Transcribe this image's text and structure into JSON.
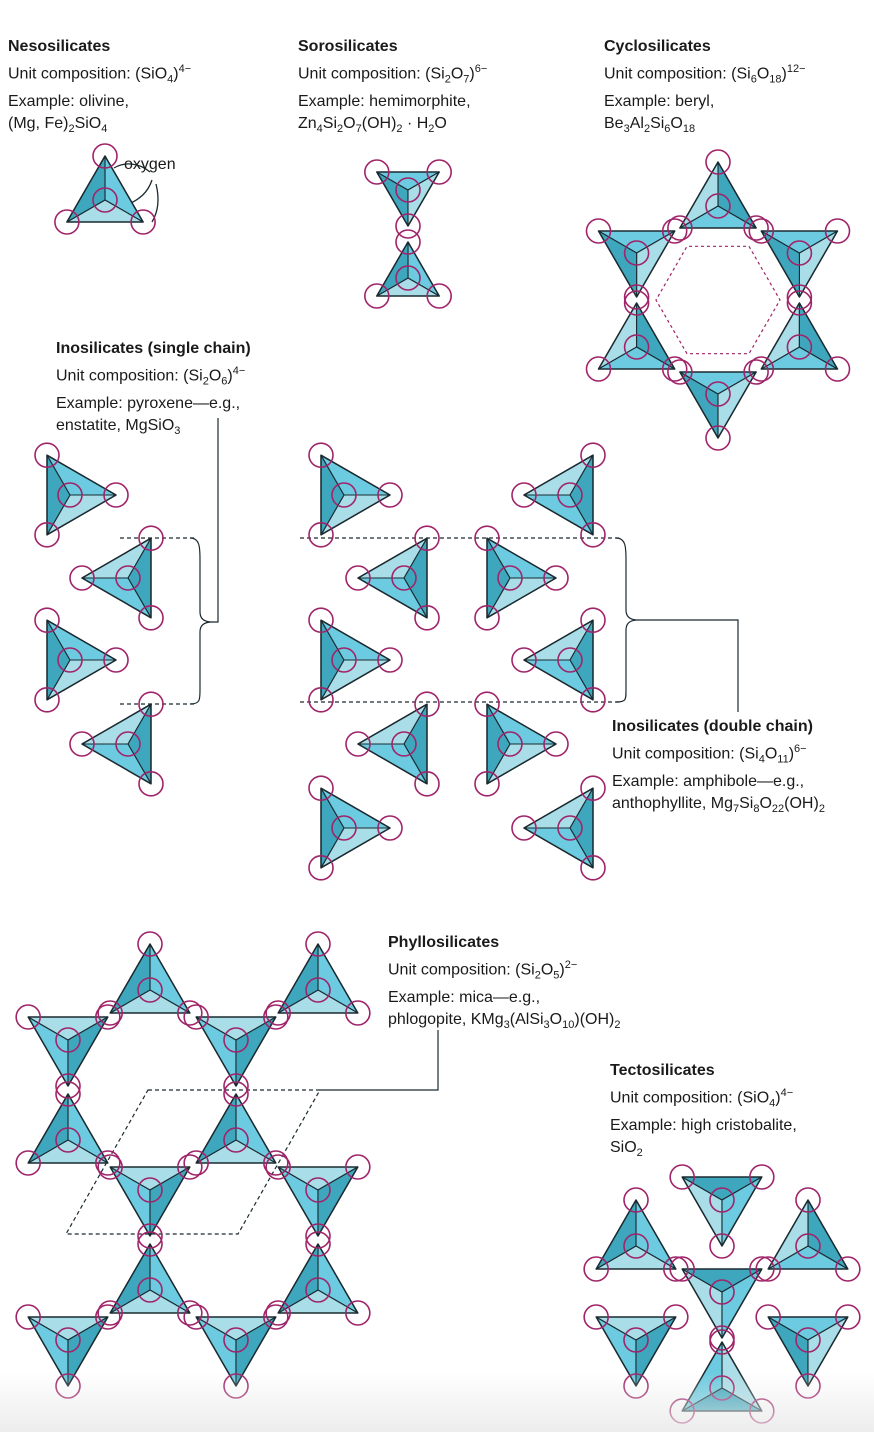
{
  "colors": {
    "light_face": "#a9dde7",
    "mid_face": "#6ccbe0",
    "dark_face": "#3ea7be",
    "edge": "#1b2a30",
    "oxygen": "#a0246a"
  },
  "neso": {
    "title": "Nesosilicates",
    "unit_prefix": "Unit composition: (SiO",
    "unit_sub": "4",
    "unit_sup": "4−",
    "unit_suffix": ")",
    "example1": "Example: olivine,",
    "example2_a": "(Mg, Fe)",
    "example2_sub1": "2",
    "example2_b": "SiO",
    "example2_sub2": "4",
    "oxygen_label": "oxygen"
  },
  "soro": {
    "title": "Sorosilicates",
    "unit_prefix": "Unit composition: (Si",
    "unit_sub1": "2",
    "unit_mid": "O",
    "unit_sub2": "7",
    "unit_suffix": ")",
    "unit_sup": "6−",
    "example1": "Example: hemimorphite,",
    "f_a": "Zn",
    "f_s1": "4",
    "f_b": "Si",
    "f_s2": "2",
    "f_c": "O",
    "f_s3": "7",
    "f_d": "(OH)",
    "f_s4": "2",
    "f_e": " · H",
    "f_s5": "2",
    "f_f": "O"
  },
  "cyclo": {
    "title": "Cyclosilicates",
    "unit_prefix": "Unit composition: (Si",
    "unit_sub1": "6",
    "unit_mid": "O",
    "unit_sub2": "18",
    "unit_suffix": ")",
    "unit_sup": "12−",
    "example1": "Example: beryl,",
    "f_a": "Be",
    "f_s1": "3",
    "f_b": "Al",
    "f_s2": "2",
    "f_c": "Si",
    "f_s3": "6",
    "f_d": "O",
    "f_s4": "18"
  },
  "ino_single": {
    "title": "Inosilicates (single chain)",
    "unit_prefix": "Unit composition: (Si",
    "unit_sub1": "2",
    "unit_mid": "O",
    "unit_sub2": "6",
    "unit_suffix": ")",
    "unit_sup": "4−",
    "example1": "Example: pyroxene—e.g.,",
    "f_a": "enstatite, MgSiO",
    "f_s1": "3"
  },
  "ino_double": {
    "title": "Inosilicates (double chain)",
    "unit_prefix": "Unit composition: (Si",
    "unit_sub1": "4",
    "unit_mid": "O",
    "unit_sub2": "11",
    "unit_suffix": ")",
    "unit_sup": "6−",
    "example1": "Example: amphibole—e.g.,",
    "f_a": "anthophyllite, Mg",
    "f_s1": "7",
    "f_b": "Si",
    "f_s2": "8",
    "f_c": "O",
    "f_s3": "22",
    "f_d": "(OH)",
    "f_s4": "2"
  },
  "phyllo": {
    "title": "Phyllosilicates",
    "unit_prefix": "Unit composition: (Si",
    "unit_sub1": "2",
    "unit_mid": "O",
    "unit_sub2": "5",
    "unit_suffix": ")",
    "unit_sup": "2−",
    "example1": "Example: mica—e.g.,",
    "f_a": "phlogopite, KMg",
    "f_s1": "3",
    "f_b": "(AlSi",
    "f_s2": "3",
    "f_c": "O",
    "f_s3": "10",
    "f_d": ")(OH)",
    "f_s4": "2"
  },
  "tecto": {
    "title": "Tectosilicates",
    "unit_prefix": "Unit composition: (SiO",
    "unit_sub": "4",
    "unit_suffix": ")",
    "unit_sup": "4−",
    "example1": "Example: high cristobalite,",
    "f_a": "SiO",
    "f_s1": "2"
  }
}
